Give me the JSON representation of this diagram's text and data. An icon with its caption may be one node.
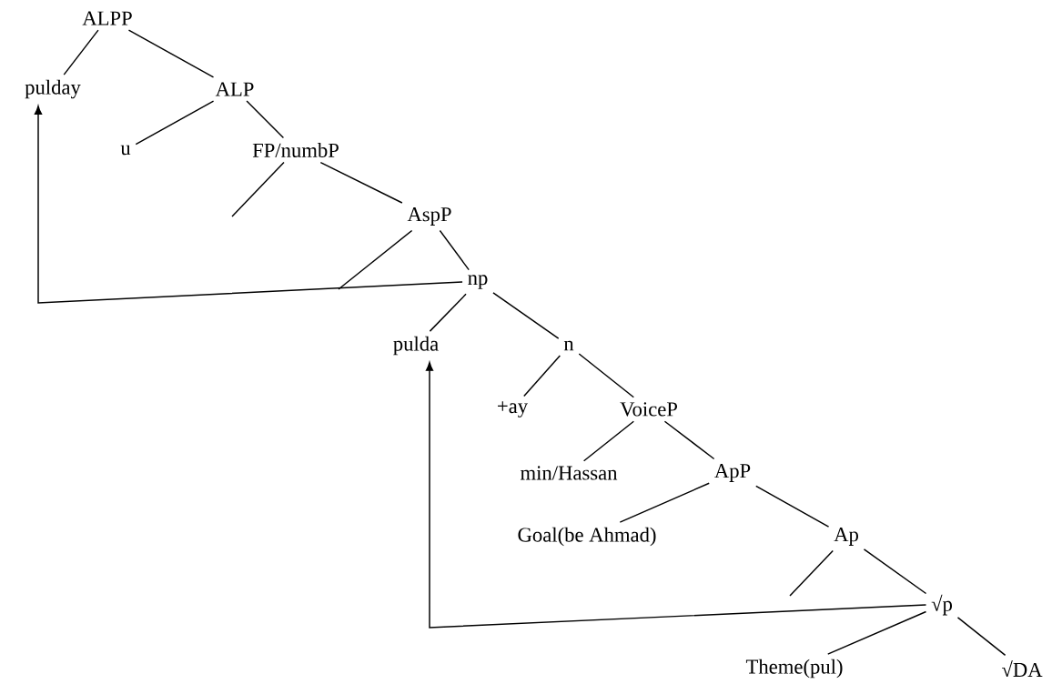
{
  "diagram": {
    "nodes": [
      {
        "text": [
          "ALPP"
        ]
      },
      {
        "text": [
          "pulday"
        ]
      },
      {
        "text": [
          "ALP"
        ]
      },
      {
        "text": [
          "u"
        ]
      },
      {
        "text": [
          "FP/numbP"
        ]
      },
      {
        "text": [
          "AspP"
        ]
      },
      {
        "text": [
          "np"
        ]
      },
      {
        "text": [
          "pulda"
        ]
      },
      {
        "text": [
          "n"
        ]
      },
      {
        "text": [
          "+ay"
        ]
      },
      {
        "text": [
          "VoiceP"
        ]
      },
      {
        "text": [
          "min/Hassan"
        ]
      },
      {
        "text": [
          "ApP"
        ]
      },
      {
        "text": [
          "Goal(be Ahmad)"
        ]
      },
      {
        "text": [
          "Ap"
        ]
      },
      {
        "text": [
          "√p"
        ]
      },
      {
        "text": [
          "Theme(pul)"
        ]
      },
      {
        "text": [
          "√DA"
        ]
      }
    ],
    "edges": [
      {
        "from": 0,
        "to": 1,
        "arrow": "none"
      },
      {
        "from": 0,
        "to": 2,
        "arrow": "none"
      },
      {
        "from": 2,
        "to": 3,
        "arrow": "none"
      },
      {
        "from": 2,
        "to": 4,
        "arrow": "none"
      },
      {
        "from": 4,
        "to": null,
        "arrow": "none"
      },
      {
        "from": 4,
        "to": 5,
        "arrow": "none"
      },
      {
        "from": 5,
        "to": null,
        "arrow": "none"
      },
      {
        "from": 5,
        "to": 6,
        "arrow": "none"
      },
      {
        "from": 6,
        "to": 7,
        "arrow": "none"
      },
      {
        "from": 6,
        "to": 8,
        "arrow": "none"
      },
      {
        "from": 8,
        "to": 9,
        "arrow": "none"
      },
      {
        "from": 8,
        "to": 10,
        "arrow": "none"
      },
      {
        "from": 10,
        "to": 11,
        "arrow": "none"
      },
      {
        "from": 10,
        "to": 12,
        "arrow": "none"
      },
      {
        "from": 12,
        "to": 13,
        "arrow": "none"
      },
      {
        "from": 12,
        "to": 14,
        "arrow": "none"
      },
      {
        "from": 14,
        "to": null,
        "arrow": "none"
      },
      {
        "from": 14,
        "to": 15,
        "arrow": "none"
      },
      {
        "from": 15,
        "to": 16,
        "arrow": "none"
      },
      {
        "from": 15,
        "to": 17,
        "arrow": "none"
      },
      {
        "from": 6,
        "to": 1,
        "arrow": "to"
      },
      {
        "from": 15,
        "to": 7,
        "arrow": "to"
      }
    ]
  }
}
